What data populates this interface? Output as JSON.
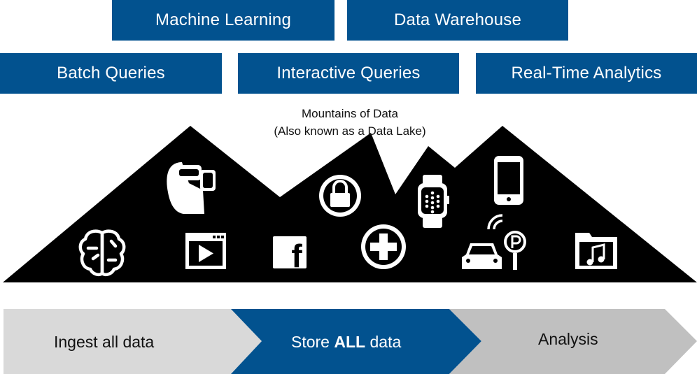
{
  "top_boxes": [
    {
      "label": "Machine Learning"
    },
    {
      "label": "Data Warehouse"
    }
  ],
  "mid_boxes": [
    {
      "label": "Batch Queries"
    },
    {
      "label": "Interactive Queries"
    },
    {
      "label": "Real-Time Analytics"
    }
  ],
  "mountain": {
    "caption_line1": "Mountains of Data",
    "caption_line2": "(Also known as a Data Lake)",
    "icons": [
      "vr-headset-icon",
      "lock-icon",
      "smartwatch-icon",
      "smartphone-icon",
      "brain-icon",
      "video-player-icon",
      "facebook-icon",
      "medical-cross-icon",
      "connected-car-parking-icon",
      "music-folder-icon"
    ],
    "facebook_letter": "f"
  },
  "process": {
    "step1": "Ingest all data",
    "step2_prefix": "Store ",
    "step2_bold": "ALL",
    "step2_suffix": " data",
    "step3": "Analysis"
  },
  "colors": {
    "box_blue": "#02528f",
    "mountain": "#000000",
    "arrow_light": "#d9d9d9",
    "arrow_mid": "#c0c0c0"
  }
}
